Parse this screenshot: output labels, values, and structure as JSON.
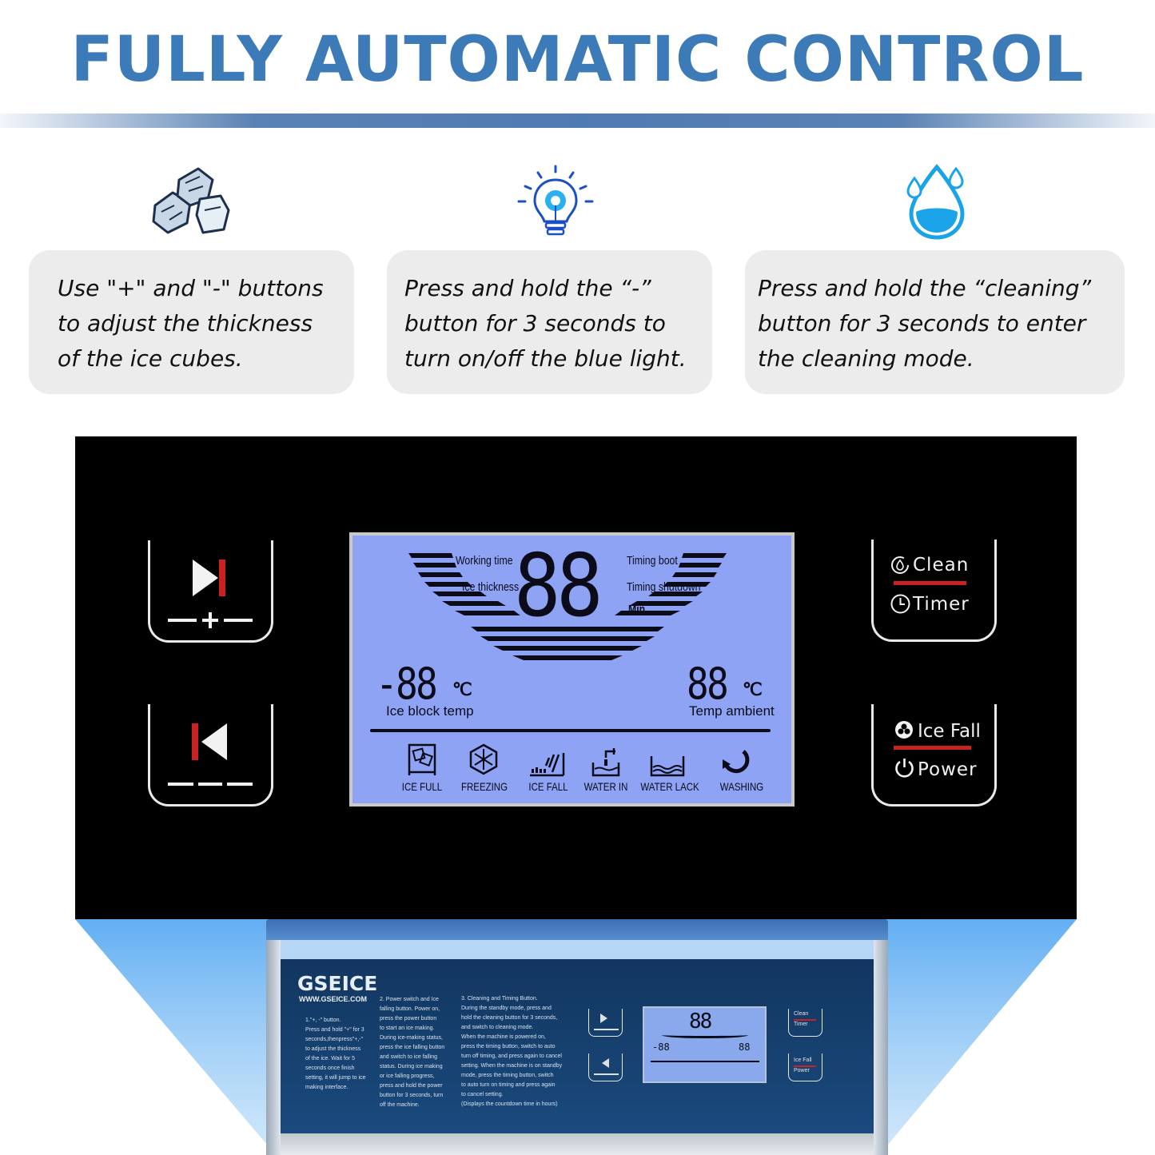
{
  "header": {
    "title": "FULLY AUTOMATIC CONTROL"
  },
  "features": [
    {
      "icon": "ice-cubes-icon",
      "text": "Use \"+\" and \"-\" buttons to adjust the thickness of the ice cubes."
    },
    {
      "icon": "light-bulb-icon",
      "text": "Press and hold the “-” button for 3 seconds to turn on/off the blue light."
    },
    {
      "icon": "water-drop-icon",
      "text": "Press and hold the “cleaning” button for 3 seconds to enter the cleaning mode."
    }
  ],
  "colors": {
    "title": "#3d7ab8",
    "card_bg": "#ececec",
    "lcd_bg": "#8ea3f4",
    "accent_red": "#c82222",
    "drop_blue": "#1aa3e8"
  },
  "panel": {
    "left_buttons": [
      {
        "name": "plus",
        "icon": "skip-forward-icon",
        "symbol": "—+—"
      },
      {
        "name": "minus",
        "icon": "skip-back-icon",
        "symbol": "———"
      }
    ],
    "right_buttons": [
      {
        "top_label": "Clean",
        "top_icon": "clean-icon",
        "bottom_label": "Timer",
        "bottom_icon": "clock-icon"
      },
      {
        "top_label": "Ice Fall",
        "top_icon": "ice-fall-icon",
        "bottom_label": "Power",
        "bottom_icon": "power-icon"
      }
    ],
    "lcd": {
      "working_time": "Working time",
      "ice_thickness": "Ice thickness",
      "main_digits": "88",
      "timing_boot": "Timing boot",
      "timing_shutdown": "Timing shutdown",
      "min": "Min",
      "ice_temp_value": "-88",
      "ice_temp_unit": "℃",
      "ice_temp_label": "Ice block temp",
      "ambient_value": "88",
      "ambient_unit": "℃",
      "ambient_label": "Temp ambient",
      "status_icons": [
        {
          "label": "ICE FULL",
          "icon": "ice-full-icon"
        },
        {
          "label": "FREEZING",
          "icon": "snowflake-icon"
        },
        {
          "label": "ICE FALL",
          "icon": "ice-fall-icon"
        },
        {
          "label": "WATER IN",
          "icon": "water-in-icon"
        },
        {
          "label": "WATER LACK",
          "icon": "water-lack-icon"
        },
        {
          "label": "WASHING",
          "icon": "washing-icon"
        }
      ]
    }
  },
  "machine": {
    "brand": "GSEICE",
    "url": "WWW.GSEICE.COM",
    "col1": [
      "1.\"+, -\" button.",
      "Press and hold \"+\" for 3",
      "seconds,thenpress\"+,-\"",
      "to adjust the thickness",
      "of the ice. Wait for 5",
      "seconds once finish",
      "setting, it will jump to ice",
      "making interface."
    ],
    "col2": [
      "2. Power switch and Ice",
      "falling button. Power on,",
      "press the power button",
      "to start an ice making.",
      "During ice-making status,",
      "press the ice falling button",
      "and switch to ice falling",
      "status. During ice making",
      "or ice falling progress,",
      "press and hold the power",
      "button for 3 seconds, turn",
      "off the machine."
    ],
    "col3": [
      "3. Cleaning and Timing Button.",
      "During the standby mode, press and",
      "hold the cleaning button for 3 seconds,",
      "and switch to cleaning mode.",
      "When the machine is powered on,",
      "press the timing button, switch to auto",
      "turn off timing, and press again to cancel",
      "setting. When the machine is on standby",
      "mode, press the timing button, switch",
      "to auto turn on timing and press again",
      "to cancel setting.",
      "(Displays the countdown time in hours)"
    ],
    "mini_labels": {
      "clean": "Clean",
      "timer": "Timer",
      "ice_fall": "Ice Fall",
      "power": "Power",
      "digits": "88",
      "ice_temp": "-88",
      "ambient": "88"
    }
  }
}
